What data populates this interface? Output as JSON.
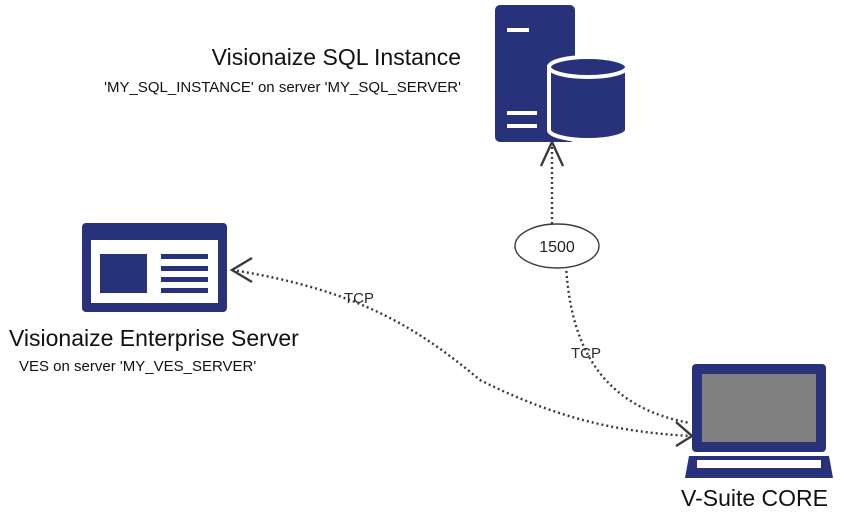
{
  "nodes": {
    "sql": {
      "title": "Visionaize SQL Instance",
      "subtitle": "'MY_SQL_INSTANCE' on server 'MY_SQL_SERVER'",
      "icon": "database-server-icon"
    },
    "ves": {
      "title": "Visionaize Enterprise Server",
      "subtitle": "VES on server 'MY_VES_SERVER'",
      "icon": "web-page-icon"
    },
    "core": {
      "title": "V-Suite CORE",
      "icon": "laptop-icon"
    }
  },
  "edges": {
    "core_to_sql": {
      "port": "1500",
      "protocol": "TCP"
    },
    "core_to_ves": {
      "protocol": "TCP"
    }
  },
  "colors": {
    "icon": "#27327b",
    "screen": "#808080",
    "line": "#3a3a3a"
  }
}
